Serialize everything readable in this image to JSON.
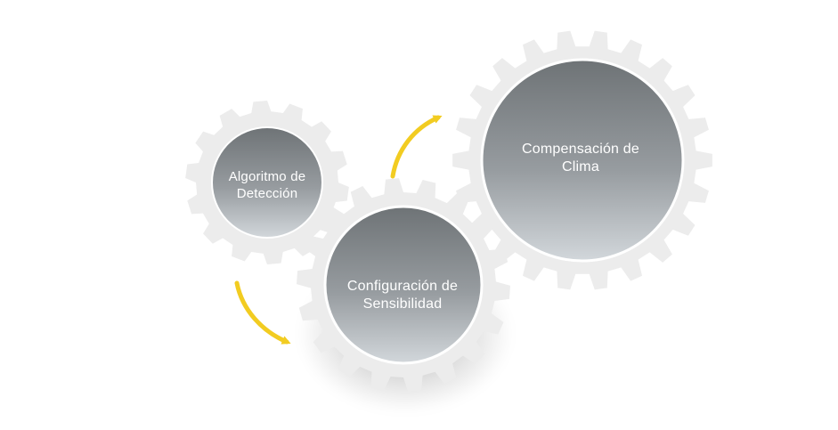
{
  "gears": [
    {
      "id": "algoritmo",
      "line1": "Algoritmo de",
      "line2": "Detección"
    },
    {
      "id": "config",
      "line1": "Configuración de",
      "line2": "Sensibilidad"
    },
    {
      "id": "compensacion",
      "line1": "Compensación de",
      "line2": "Clima"
    }
  ],
  "colors": {
    "gear_ring": "#ececec",
    "circle_light": "#cfd4d8",
    "circle_dark": "#6d7275",
    "arrow": "#f2cc21",
    "label_text": "#ffffff"
  },
  "icons": {
    "arrows": "curved-arrow-icon",
    "gears": "gear-icon"
  }
}
